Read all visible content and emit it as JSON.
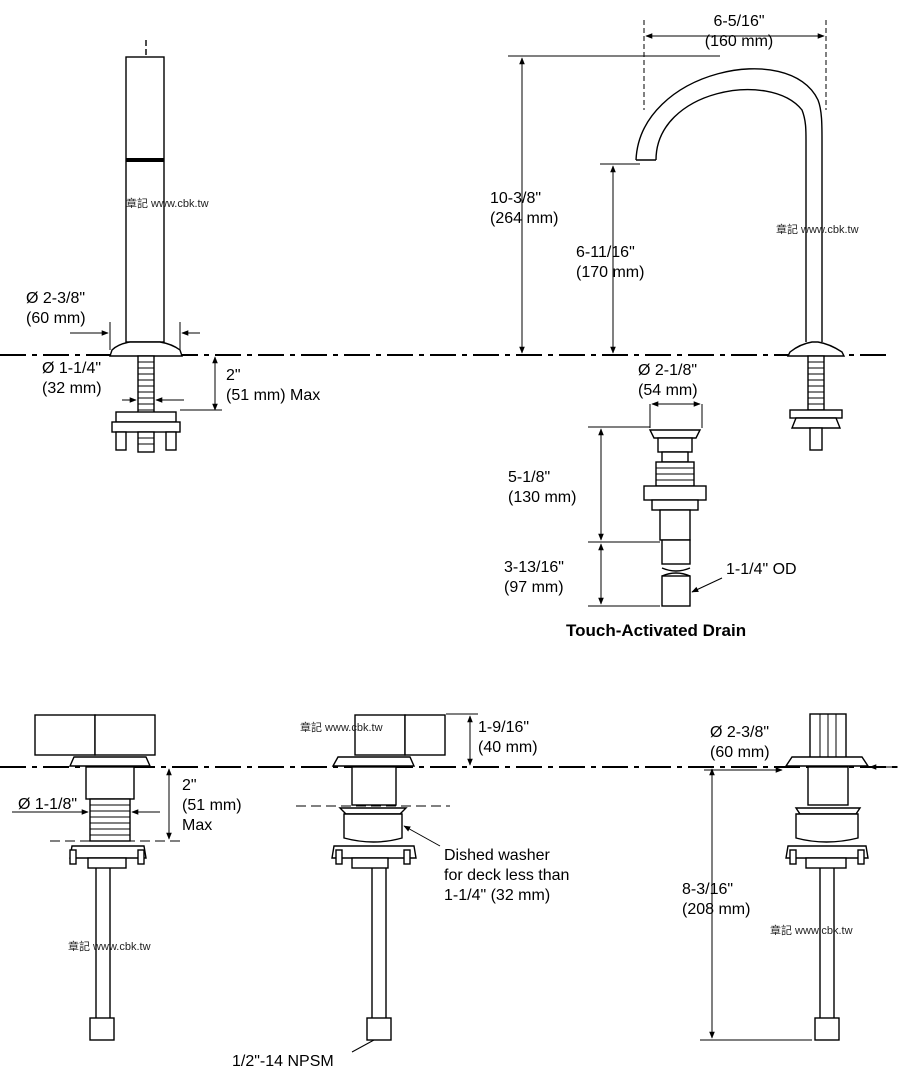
{
  "watermark": "章記 www.cbk.tw",
  "top_left_handshower": {
    "flange_diameter": [
      "Ø 2-3/8\"",
      "(60 mm)"
    ],
    "shank_diameter": [
      "Ø 1-1/4\"",
      "(32 mm)"
    ],
    "max_deck": [
      "2\"",
      "(51 mm) Max"
    ]
  },
  "spout": {
    "reach": [
      "6-5/16\"",
      "(160 mm)"
    ],
    "height": [
      "10-3/8\"",
      "(264 mm)"
    ],
    "outlet_height": [
      "6-11/16\"",
      "(170 mm)"
    ]
  },
  "drain": {
    "diameter": [
      "Ø 2-1/8\"",
      "(54 mm)"
    ],
    "body_length": [
      "5-1/8\"",
      "(130 mm)"
    ],
    "tail_length": [
      "3-13/16\"",
      "(97 mm)"
    ],
    "od": "1-1/4\" OD",
    "title": "Touch-Activated Drain"
  },
  "handle_left": {
    "max_deck": [
      "2\"",
      "(51 mm)",
      "Max"
    ],
    "shank_diameter": "Ø 1-1/8\""
  },
  "handle_center": {
    "height": [
      "1-9/16\"",
      "(40 mm)"
    ],
    "washer_note": [
      "Dished washer",
      "for deck less than",
      "1-1/4\" (32 mm)"
    ],
    "thread": "1/2\"-14 NPSM"
  },
  "handle_right": {
    "flange_diameter": [
      "Ø 2-3/8\"",
      "(60 mm)"
    ],
    "length": [
      "8-3/16\"",
      "(208 mm)"
    ]
  }
}
